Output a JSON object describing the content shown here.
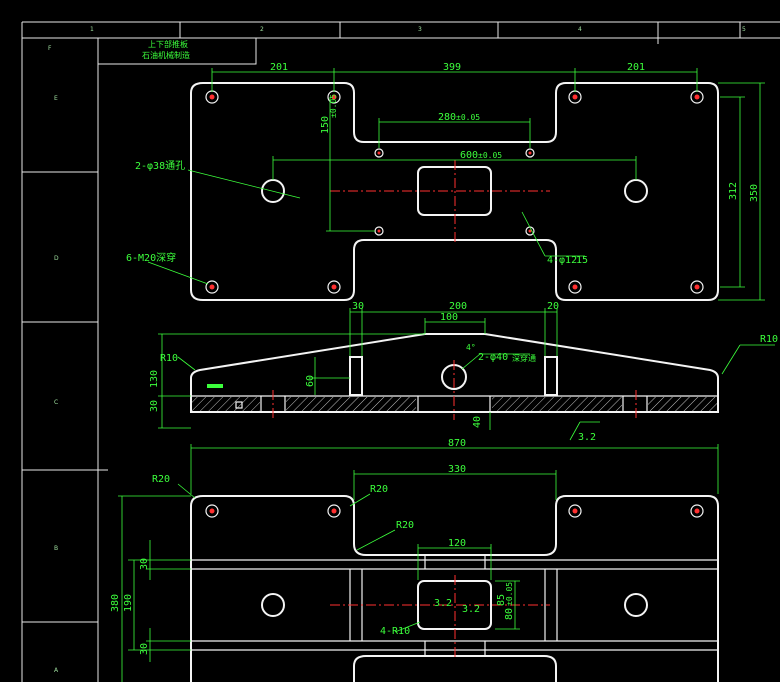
{
  "title_block": {
    "line1": "上下部推板",
    "line2": "石油机械制造"
  },
  "frame": {
    "top_zones": [
      "1",
      "2",
      "3",
      "4",
      "5"
    ],
    "left_zones": [
      "F",
      "E",
      "D",
      "C",
      "B",
      "A"
    ]
  },
  "top_view": {
    "dim_left": "201",
    "dim_mid": "399",
    "dim_right": "201",
    "dim_slot": "280",
    "dim_slot_tol": "±0.05",
    "dim_holes": "600",
    "dim_holes_tol": "±0.05",
    "dim_vert": "150",
    "dim_vert_tol": "±0.05",
    "dim_h1": "312",
    "dim_h2": "350",
    "note_through_holes": "2-φ38通孔",
    "note_threads": "6-M20深穿",
    "note_small_holes": "4-φ12",
    "note_small_depth": "15"
  },
  "side_view": {
    "dim_30_left": "30",
    "dim_200": "200",
    "dim_20_right": "20",
    "dim_100": "100",
    "dim_r10_left": "R10",
    "dim_r10_right": "R10",
    "dim_130": "130",
    "dim_30_bot": "30",
    "dim_60": "60",
    "dim_40": "40",
    "note_hole": "2-φ40",
    "note_hole2": "深穿通",
    "angle_label": "4°",
    "roughness": "3.2"
  },
  "bottom_view": {
    "dim_870": "870",
    "dim_330": "330",
    "dim_120": "120",
    "dim_r20_a": "R20",
    "dim_r20_b": "R20",
    "dim_r20_c": "R20",
    "dim_380": "380",
    "dim_190": "190",
    "dim_30_a": "30",
    "dim_30_b": "30",
    "dim_85": "85",
    "dim_80": "80",
    "dim_80_tol": "±0.05",
    "note_r10": "4-R10",
    "roughness_a": "3.2",
    "roughness_b": "3.2"
  }
}
